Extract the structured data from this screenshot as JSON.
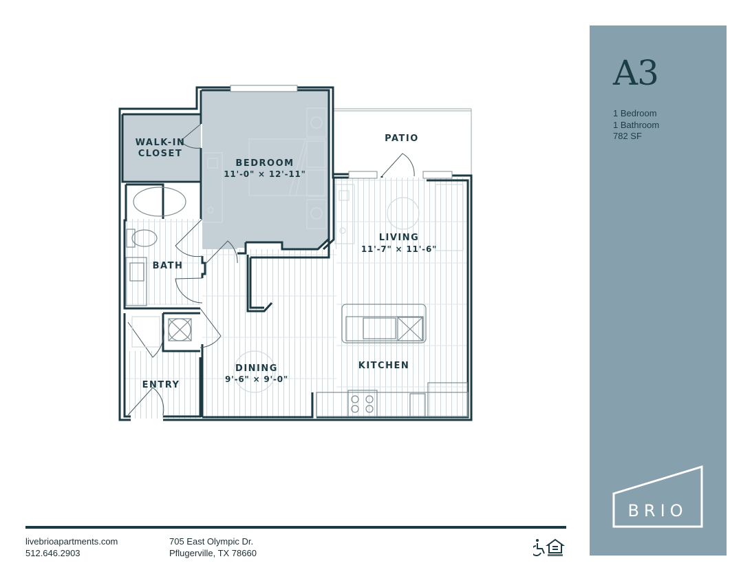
{
  "unit": {
    "name": "A3",
    "bedrooms": "1 Bedroom",
    "bathrooms": "1 Bathroom",
    "area": "782 SF"
  },
  "brand": {
    "logo_text": "BRIO",
    "panel_color": "#87a0ad",
    "ink_color": "#1a3e44"
  },
  "rooms": {
    "walk_in_closet": {
      "line1": "WALK-IN",
      "line2": "CLOSET"
    },
    "bedroom": {
      "name": "BEDROOM",
      "dims": "11'-0\" × 12'-11\""
    },
    "patio": {
      "name": "PATIO"
    },
    "living": {
      "name": "LIVING",
      "dims": "11'-7\" × 11'-6\""
    },
    "bath": {
      "name": "BATH"
    },
    "dining": {
      "name": "DINING",
      "dims": "9'-6\" × 9'-0\""
    },
    "kitchen": {
      "name": "KITCHEN"
    },
    "entry": {
      "name": "ENTRY"
    }
  },
  "footer": {
    "website": "livebrioapartments.com",
    "phone": "512.646.2903",
    "address_line1": "705 East Olympic Dr.",
    "address_line2": "Pflugerville, TX 78660",
    "icons": [
      "accessibility-icon",
      "equal-housing-opportunity-icon"
    ]
  }
}
